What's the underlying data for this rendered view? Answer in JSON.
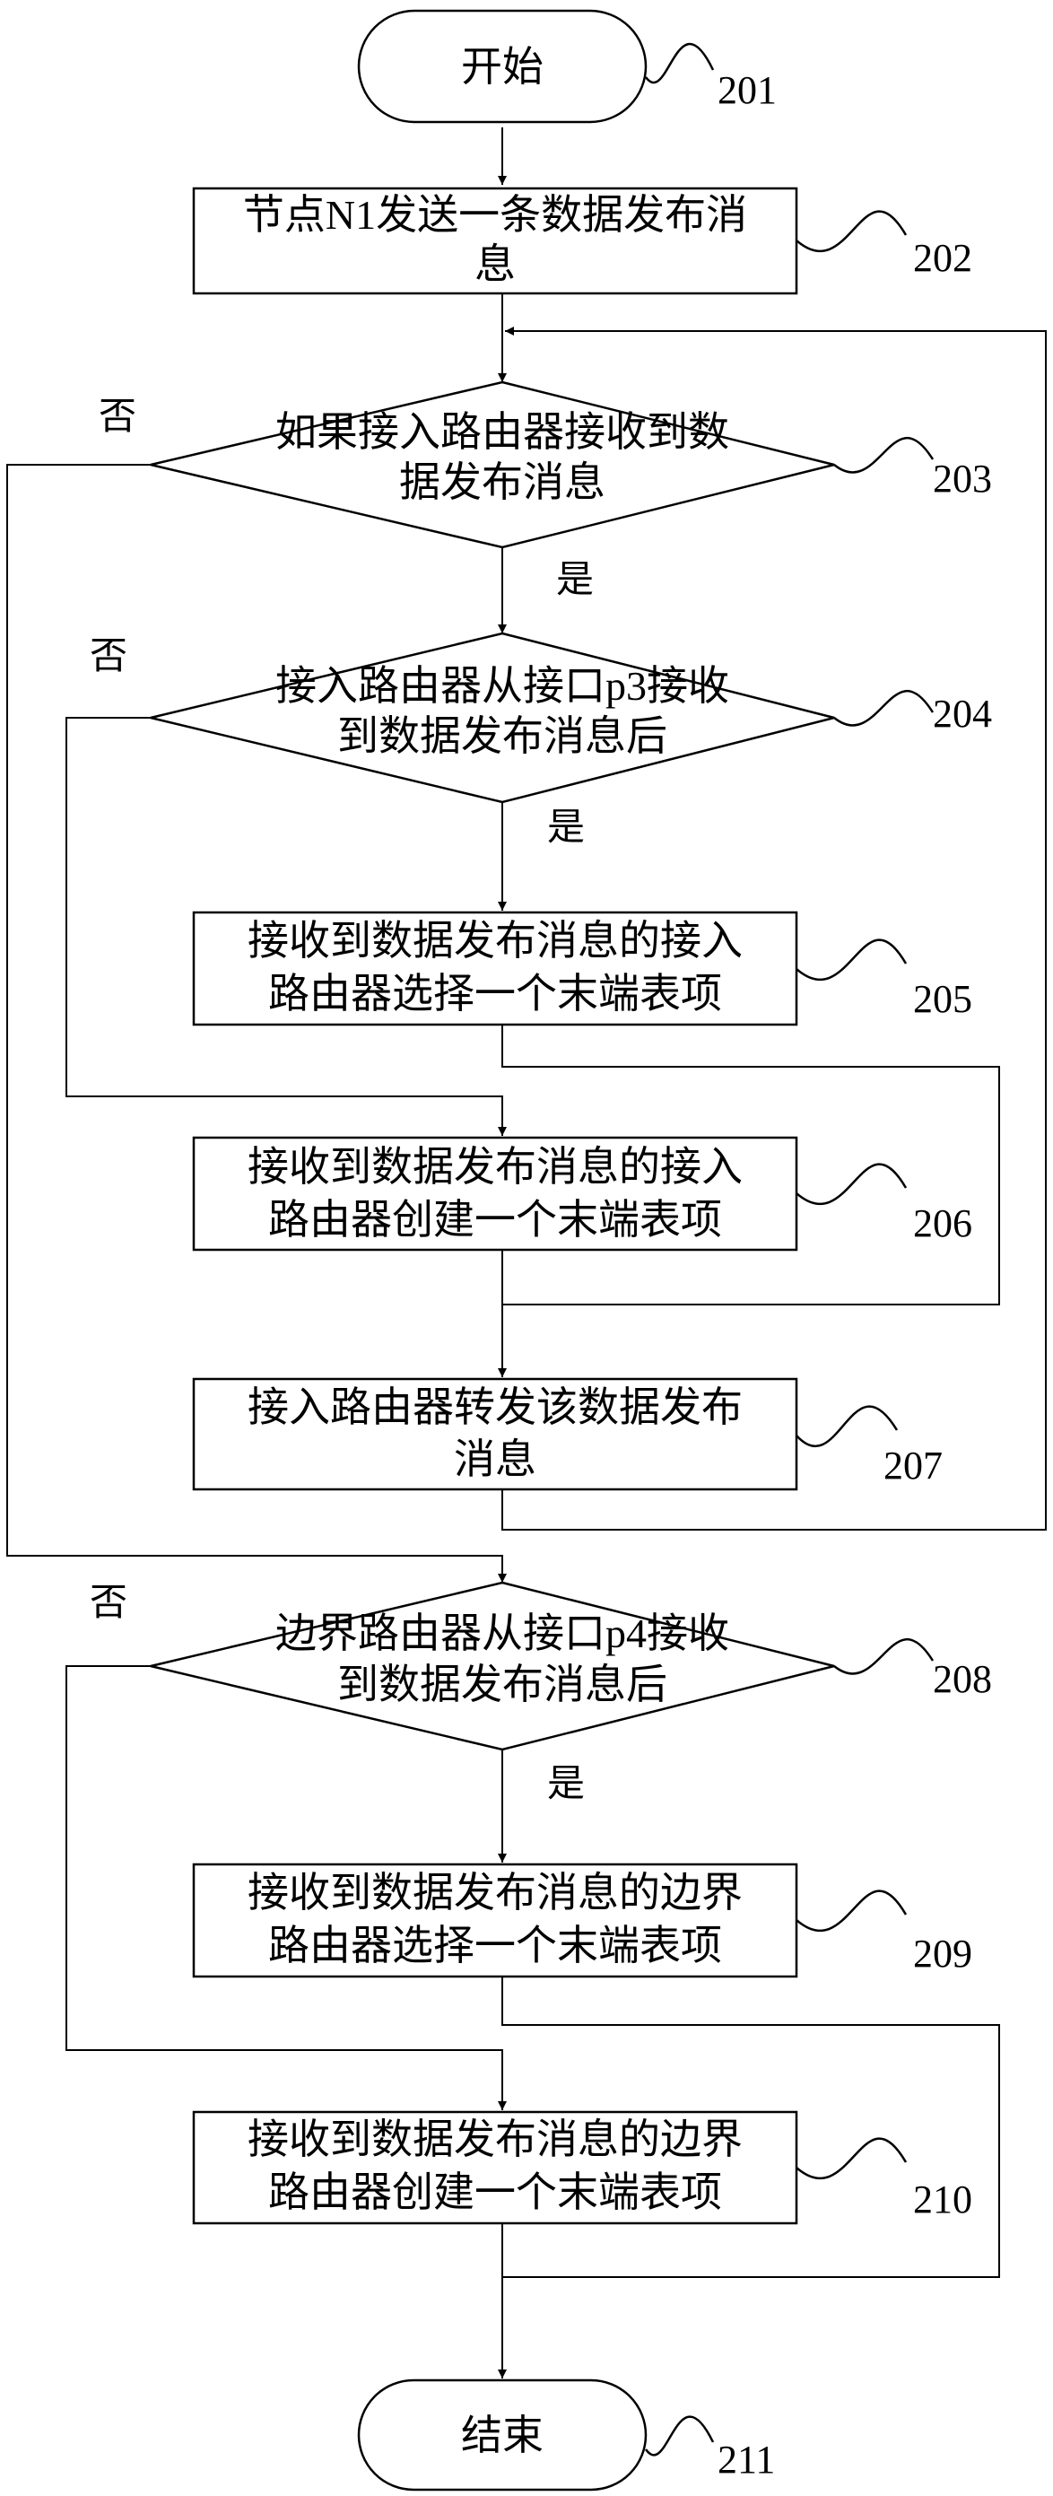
{
  "nodes": {
    "n201": {
      "label": "开始",
      "ref": "201"
    },
    "n202": {
      "lines": [
        "节点N1发送一条数据发布消",
        "息"
      ],
      "ref": "202"
    },
    "n203": {
      "lines": [
        "如果接入路由器接收到数",
        "据发布消息"
      ],
      "ref": "203"
    },
    "n204": {
      "lines": [
        "接入路由器从接口p3接收",
        "到数据发布消息后"
      ],
      "ref": "204"
    },
    "n205": {
      "lines": [
        "接收到数据发布消息的接入",
        "路由器选择一个末端表项"
      ],
      "ref": "205"
    },
    "n206": {
      "lines": [
        "接收到数据发布消息的接入",
        "路由器创建一个末端表项"
      ],
      "ref": "206"
    },
    "n207": {
      "lines": [
        "接入路由器转发该数据发布",
        "消息"
      ],
      "ref": "207"
    },
    "n208": {
      "lines": [
        "边界路由器从接口p4接收",
        "到数据发布消息后"
      ],
      "ref": "208"
    },
    "n209": {
      "lines": [
        "接收到数据发布消息的边界",
        "路由器选择一个末端表项"
      ],
      "ref": "209"
    },
    "n210": {
      "lines": [
        "接收到数据发布消息的边界",
        "路由器创建一个末端表项"
      ],
      "ref": "210"
    },
    "n211": {
      "label": "结束",
      "ref": "211"
    }
  },
  "labels": {
    "yes": "是",
    "no": "否"
  }
}
